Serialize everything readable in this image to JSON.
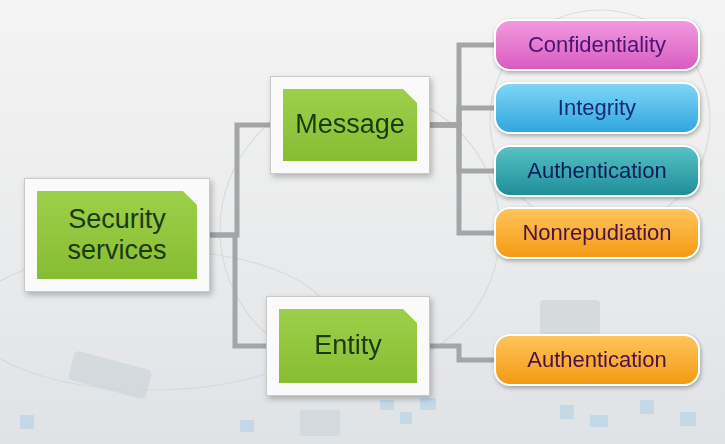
{
  "diagram": {
    "nodes": [
      {
        "text": [
          "Security services"
        ]
      },
      {
        "text": [
          "Message"
        ]
      },
      {
        "text": [
          "Entity"
        ]
      },
      {
        "text": [
          "Confidentiality"
        ]
      },
      {
        "text": [
          "Integrity"
        ]
      },
      {
        "text": [
          "Authentication"
        ]
      },
      {
        "text": [
          "Nonrepudiation"
        ]
      },
      {
        "text": [
          "Authentication"
        ]
      }
    ],
    "edges": [
      {
        "from": 0,
        "to": 1,
        "arrow": "none"
      },
      {
        "from": 0,
        "to": 2,
        "arrow": "none"
      },
      {
        "from": 1,
        "to": 3,
        "arrow": "none"
      },
      {
        "from": 1,
        "to": 4,
        "arrow": "none"
      },
      {
        "from": 1,
        "to": 5,
        "arrow": "none"
      },
      {
        "from": 1,
        "to": 6,
        "arrow": "none"
      },
      {
        "from": 2,
        "to": 7,
        "arrow": "none"
      }
    ]
  }
}
